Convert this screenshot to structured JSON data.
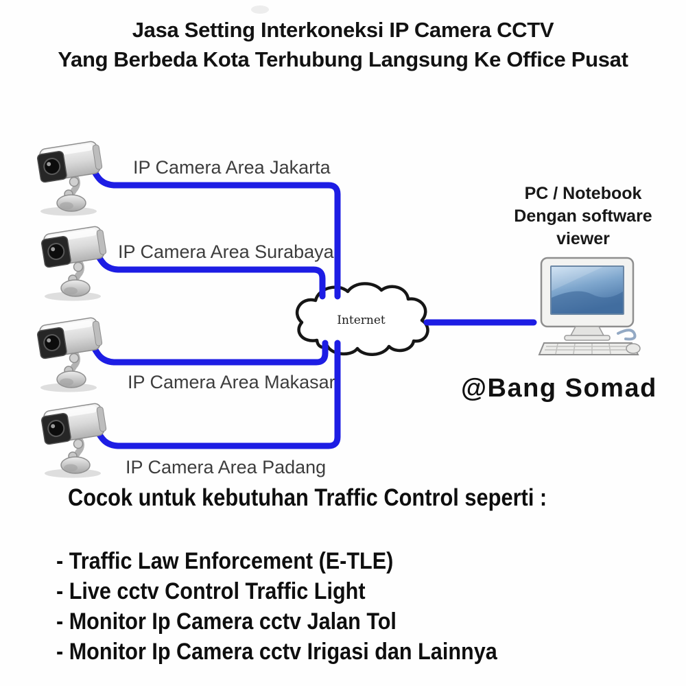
{
  "title": {
    "line1": "Jasa Setting Interkoneksi IP Camera CCTV",
    "line2": "Yang Berbeda Kota Terhubung Langsung Ke Office Pusat"
  },
  "cameras": [
    {
      "label": "IP Camera Area Jakarta"
    },
    {
      "label": "IP Camera Area Surabaya"
    },
    {
      "label": "IP Camera Area Makasar"
    },
    {
      "label": "IP Camera Area Padang"
    }
  ],
  "cloud": {
    "label": "Internet"
  },
  "pc": {
    "lines": [
      "PC / Notebook",
      "Dengan software",
      "viewer"
    ]
  },
  "watermark": "@Bang Somad",
  "footer": {
    "heading": "Cocok untuk kebutuhan Traffic Control seperti :",
    "items": [
      "- Traffic Law Enforcement (E-TLE)",
      "- Live cctv Control Traffic Light",
      "- Monitor Ip Camera cctv Jalan Tol",
      "- Monitor Ip Camera cctv Irigasi dan Lainnya"
    ]
  },
  "colors": {
    "cable_blue": "#1d1de4",
    "cloud_outline": "#161616",
    "screen_blue": "#4a76a8"
  }
}
